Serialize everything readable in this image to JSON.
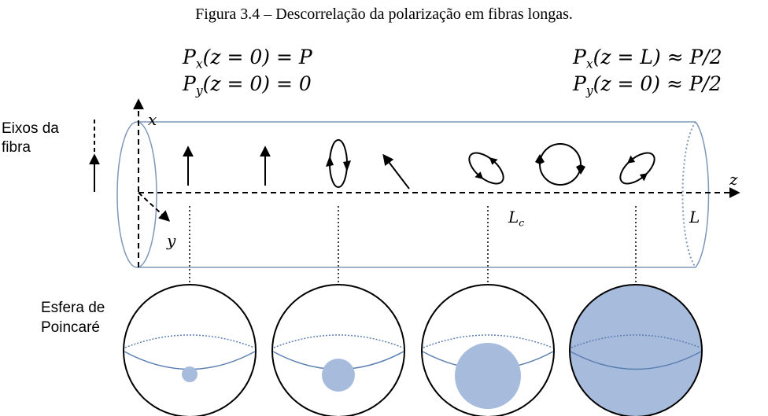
{
  "figure": {
    "title": "Figura 3.4 – Descorrelação da polarização em fibras longas."
  },
  "equations": {
    "left": [
      {
        "var": "P",
        "sub": "x",
        "arg": "(z = 0) = P"
      },
      {
        "var": "P",
        "sub": "y",
        "arg": "(z = 0) = 0"
      }
    ],
    "right": [
      {
        "var": "P",
        "sub": "x",
        "arg": "(z = L) ≈ P/2"
      },
      {
        "var": "P",
        "sub": "y",
        "arg": "(z = 0) ≈ P/2"
      }
    ]
  },
  "labels": {
    "fiber_axes_line1": "Eixos da",
    "fiber_axes_line2": "fibra",
    "sphere_line1": "Esfera de",
    "sphere_line2": "Poincaré",
    "axis_x": "x",
    "axis_y": "y",
    "axis_z": "z",
    "coherence_length": {
      "var": "L",
      "sub": "c"
    },
    "fiber_length": "L"
  },
  "polarization_states": [
    {
      "kind": "linear-vertical"
    },
    {
      "kind": "linear-vertical"
    },
    {
      "kind": "elliptical-vertical"
    },
    {
      "kind": "linear-tilted"
    },
    {
      "kind": "elliptical-tilted"
    },
    {
      "kind": "circular"
    },
    {
      "kind": "elliptical-tilted"
    }
  ],
  "poincare_spheres": [
    {
      "spread": "small"
    },
    {
      "spread": "medium"
    },
    {
      "spread": "large"
    },
    {
      "spread": "full"
    }
  ],
  "colors": {
    "fiber_outline": "#7f97b8",
    "sphere_fill": "#a7bbdc",
    "equator": "#5b7fb0",
    "ink": "#000000"
  }
}
